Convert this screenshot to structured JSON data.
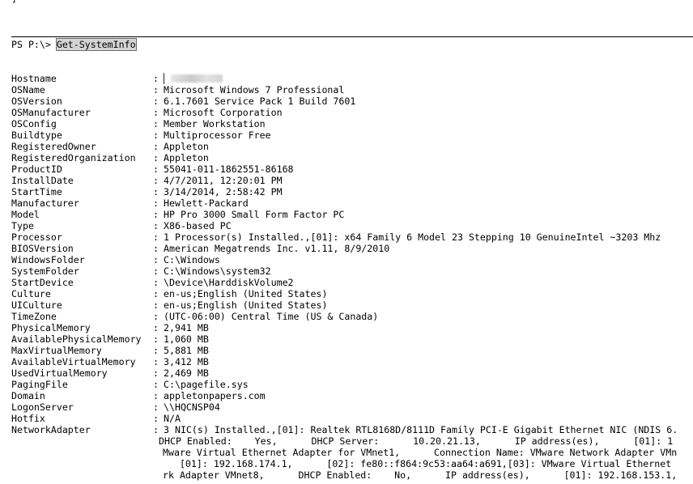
{
  "top_fragment": "]",
  "prompt": {
    "text": "PS P:\\> ",
    "command": "Get-SystemInfo"
  },
  "separator": ":",
  "properties": [
    {
      "key": "Hostname",
      "value": "▏",
      "redacted": true
    },
    {
      "key": "OSName",
      "value": "Microsoft Windows 7 Professional"
    },
    {
      "key": "OSVersion",
      "value": "6.1.7601 Service Pack 1 Build 7601"
    },
    {
      "key": "OSManufacturer",
      "value": "Microsoft Corporation"
    },
    {
      "key": "OSConfig",
      "value": "Member Workstation"
    },
    {
      "key": "Buildtype",
      "value": "Multiprocessor Free"
    },
    {
      "key": "RegisteredOwner",
      "value": "Appleton"
    },
    {
      "key": "RegisteredOrganization",
      "value": "Appleton"
    },
    {
      "key": "ProductID",
      "value": "55041-011-1862551-86168"
    },
    {
      "key": "InstallDate",
      "value": "4/7/2011, 12:20:01 PM"
    },
    {
      "key": "StartTime",
      "value": "3/14/2014, 2:58:42 PM"
    },
    {
      "key": "Manufacturer",
      "value": "Hewlett-Packard"
    },
    {
      "key": "Model",
      "value": "HP Pro 3000 Small Form Factor PC"
    },
    {
      "key": "Type",
      "value": "X86-based PC"
    },
    {
      "key": "Processor",
      "value": "1 Processor(s) Installed.,[01]: x64 Family 6 Model 23 Stepping 10 GenuineIntel ~3203 Mhz"
    },
    {
      "key": "BIOSVersion",
      "value": "American Megatrends Inc. v1.11, 8/9/2010"
    },
    {
      "key": "WindowsFolder",
      "value": "C:\\Windows"
    },
    {
      "key": "SystemFolder",
      "value": "C:\\Windows\\system32"
    },
    {
      "key": "StartDevice",
      "value": "\\Device\\HarddiskVolume2"
    },
    {
      "key": "Culture",
      "value": "en-us;English (United States)"
    },
    {
      "key": "UICulture",
      "value": "en-us;English (United States)"
    },
    {
      "key": "TimeZone",
      "value": "(UTC-06:00) Central Time (US & Canada)"
    },
    {
      "key": "PhysicalMemory",
      "value": "2,941 MB"
    },
    {
      "key": "AvailablePhysicalMemory",
      "value": "1,060 MB"
    },
    {
      "key": "MaxVirtualMemory",
      "value": "5,881 MB"
    },
    {
      "key": "AvailableVirtualMemory",
      "value": "3,412 MB"
    },
    {
      "key": "UsedVirtualMemory",
      "value": "2,469 MB"
    },
    {
      "key": "PagingFile",
      "value": "C:\\pagefile.sys"
    },
    {
      "key": "Domain",
      "value": "appletonpapers.com"
    },
    {
      "key": "LogonServer",
      "value": "\\\\HQCNSP04"
    },
    {
      "key": "Hotfix",
      "value": "N/A"
    },
    {
      "key": "NetworkAdapter",
      "value": "3 NIC(s) Installed.,[01]: Realtek RTL8168D/8111D Family PCI-E Gigabit Ethernet NIC (NDIS 6."
    }
  ],
  "network_adapter_continuation": [
    "DHCP Enabled:    Yes,      DHCP Server:      10.20.21.13,      IP address(es),      [01]: 1",
    "Mware Virtual Ethernet Adapter for VMnet1,      Connection Name: VMware Network Adapter VMn",
    "   [01]: 192.168.174.1,      [02]: fe80::f864:9c53:aa64:a691,[03]: VMware Virtual Ethernet",
    "rk Adapter VMnet8,      DHCP Enabled:    No,      IP address(es),      [01]: 192.168.153.1,"
  ]
}
